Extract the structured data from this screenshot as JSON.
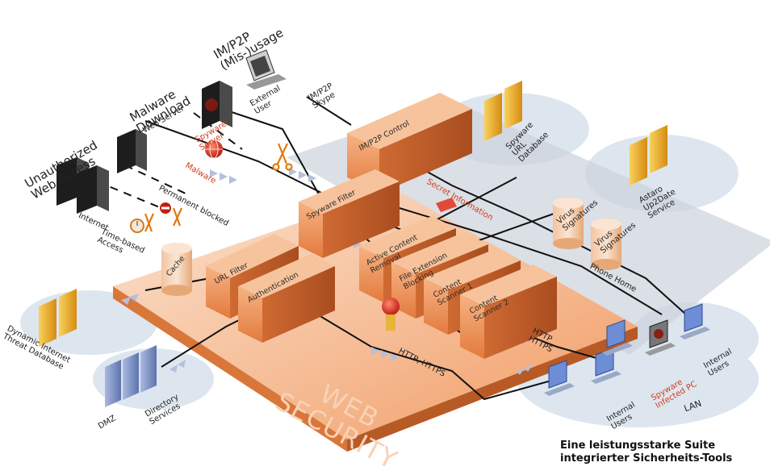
{
  "threats": {
    "unauthorized": "Unauthorized\nWeb Access",
    "malware_download": "Malware\nDownload",
    "im_p2p": "IM/P2P\n(Mis-)usage"
  },
  "labels": {
    "web_server": "Web Server",
    "spyware_server": "Spyware\nServer",
    "external_user": "External\nUser",
    "im_p2p_skype": "IM/P2P\nSkype",
    "spyware_url_db": "Spyware\nURL\nDatabase",
    "astaro_up2date": "Astaro\nUp2Date\nService",
    "malware": "Malware",
    "permanent_blocked": "Permanent blocked",
    "internet": "Internet",
    "time_based_access": "Time-based\nAccess",
    "secret_information": "Secret Information",
    "virus_signatures_1": "Virus\nSignatures",
    "virus_signatures_2": "Virus\nSignatures",
    "phone_home": "Phone Home",
    "http_https_right": "HTTP\nHTTPS",
    "http_https_bottom": "HTTP, HTTPS",
    "dynamic_db": "Dynamic Internet\nThreat Database",
    "dmz": "DMZ",
    "directory_services": "Directory\nServices",
    "internal_users_1": "Internal\nUsers",
    "internal_users_2": "Internal\nUsers",
    "spyware_infected_pc": "Spyware\nInfected PC",
    "lan": "LAN",
    "web_security": "WEB\nSECURITY"
  },
  "modules": {
    "im_p2p_control": "IM/P2P Control",
    "spyware_filter": "Spyware Filter",
    "active_content": "Active Content\nRemoval",
    "file_extension": "File Extension\nBlocking",
    "content_scanner_1": "Content\nScanner 1",
    "content_scanner_2": "Content\nScanner 2",
    "url_filter": "URL Filter",
    "authentication": "Authentication",
    "cache": "Cache"
  },
  "caption": "Eine leistungsstarke Suite\nintegrierter Sicherheits-Tools",
  "colors": {
    "platform": "#f2a06b",
    "box_face": "#f29a5c",
    "box_side": "#c6612a",
    "cloud": "#dfe8f1",
    "server_dark": "#2a2a2a",
    "server_gold": "#f1b52a",
    "server_blue": "#7d93c6",
    "pc_blue": "#6d8ed6"
  },
  "icons": [
    "server-icon",
    "database-icon",
    "workstation-icon",
    "scissors-icon",
    "globe-icon",
    "stopwatch-icon",
    "no-entry-icon",
    "microphone-icon",
    "cylinder-icon",
    "arrow-icon"
  ]
}
